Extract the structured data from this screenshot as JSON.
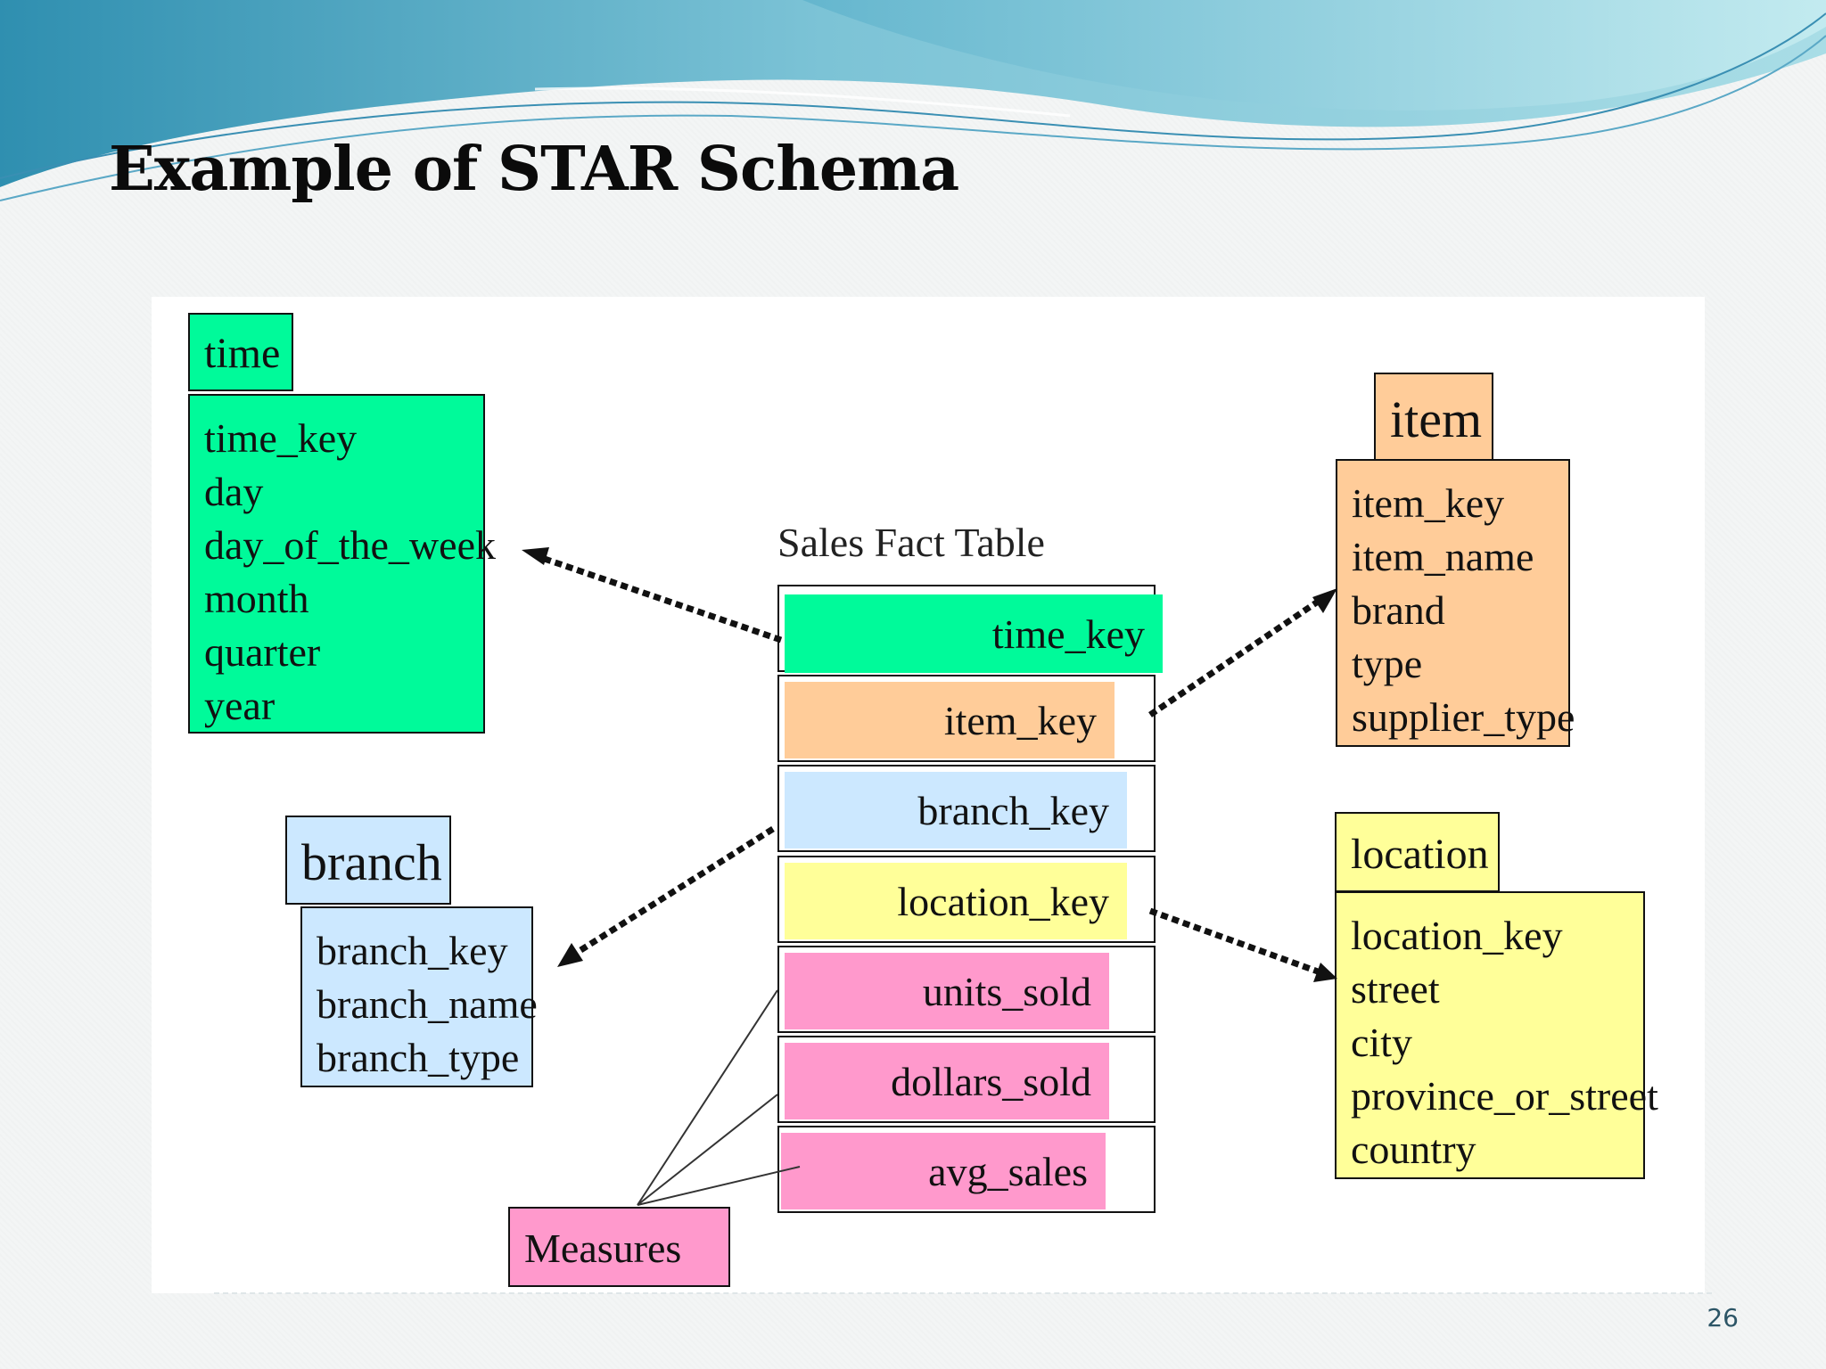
{
  "slide": {
    "title": "Example of STAR Schema",
    "page_number": "26"
  },
  "diagram": {
    "fact_table": {
      "caption": "Sales Fact Table",
      "keys": [
        "time_key",
        "item_key",
        "branch_key",
        "location_key"
      ],
      "measures": [
        "units_sold",
        "dollars_sold",
        "avg_sales"
      ]
    },
    "measures_label": "Measures",
    "dimensions": {
      "time": {
        "name": "time",
        "attributes": [
          "time_key",
          "day",
          "day_of_the_week",
          "month",
          "quarter",
          "year"
        ],
        "color": "#00fa9a"
      },
      "item": {
        "name": "item",
        "attributes": [
          "item_key",
          "item_name",
          "brand",
          "type",
          "supplier_type"
        ],
        "color": "#ffcc99"
      },
      "branch": {
        "name": "branch",
        "attributes": [
          "branch_key",
          "branch_name",
          "branch_type"
        ],
        "color": "#cce8ff"
      },
      "location": {
        "name": "location",
        "attributes": [
          "location_key",
          "street",
          "city",
          "province_or_street",
          "country"
        ],
        "color": "#ffff99"
      }
    },
    "measure_color": "#ff99cc"
  }
}
